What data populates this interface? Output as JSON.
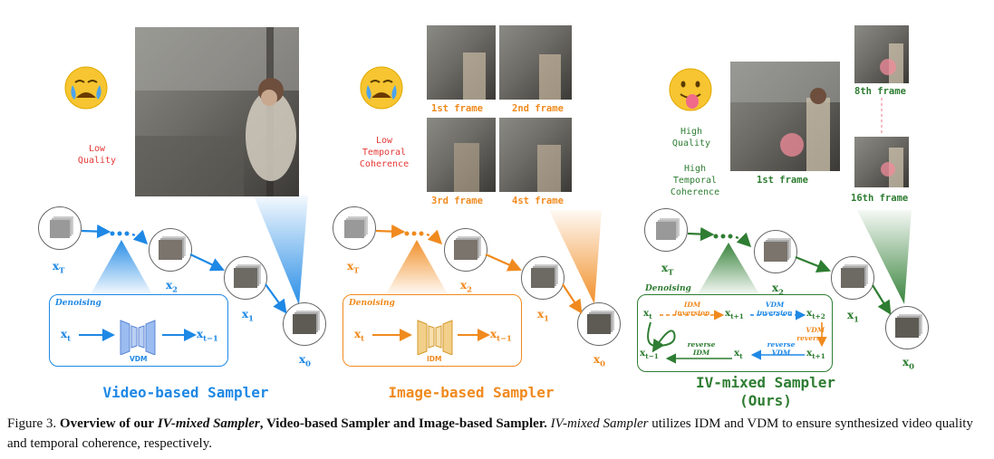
{
  "colors": {
    "blue": "#1e88e5",
    "orange": "#f08a1e",
    "green": "#2e7d32",
    "red": "#e53935"
  },
  "panels": {
    "video": {
      "emoji_icon": "crying-face",
      "quality_label": "Low\nQuality",
      "vars": {
        "start": "x_T",
        "mid": "x_2",
        "one": "x_1",
        "end": "x_0"
      },
      "box_title": "Denoising",
      "box_in": "x_t",
      "box_out": "x_t−1",
      "box_model": "VDM",
      "sampler_title": "Video-based Sampler"
    },
    "image": {
      "emoji_icon": "crying-face",
      "quality_label": "Low\nTemporal\nCoherence",
      "frames": [
        "1st frame",
        "2nd frame",
        "3rd frame",
        "4st frame"
      ],
      "vars": {
        "start": "x_T",
        "mid": "x_2",
        "one": "x_1",
        "end": "x_0"
      },
      "box_title": "Denoising",
      "box_in": "x_t",
      "box_out": "x_t−1",
      "box_model": "IDM",
      "sampler_title": "Image-based Sampler"
    },
    "mixed": {
      "emoji_icon": "tongue-out-face",
      "quality_label": "High\nQuality",
      "coherence_label": "High\nTemporal\nCoherence",
      "frames": [
        "1st frame",
        "8th frame",
        "16th frame"
      ],
      "vars": {
        "start": "x_T",
        "mid": "x_2",
        "one": "x_1",
        "end": "x_0"
      },
      "box_title": "Denoising",
      "nodes": {
        "xt": "x_t",
        "xt1": "x_t+1",
        "xt2": "x_t+2",
        "xt1b": "x_t+1",
        "xtb": "x_t",
        "xtm1": "x_t−1"
      },
      "edges": {
        "idm_inv": "IDM\ninversion",
        "vdm_inv": "VDM\ninversion",
        "vdm_rev": "VDM\nreverse",
        "rev_vdm": "reverse\nVDM",
        "rev_idm": "reverse\nIDM"
      },
      "sampler_title": "IV-mixed Sampler\n(Ours)"
    }
  },
  "caption": {
    "prefix": "Figure 3.",
    "bold_a": "Overview of our",
    "bold_b": "IV-mixed Sampler",
    "bold_c": ", Video-based Sampler and Image-based Sampler.",
    "ital": "IV-mixed Sampler",
    "rest": "utilizes IDM and VDM to ensure synthesized video quality and temporal coherence, respectively."
  }
}
